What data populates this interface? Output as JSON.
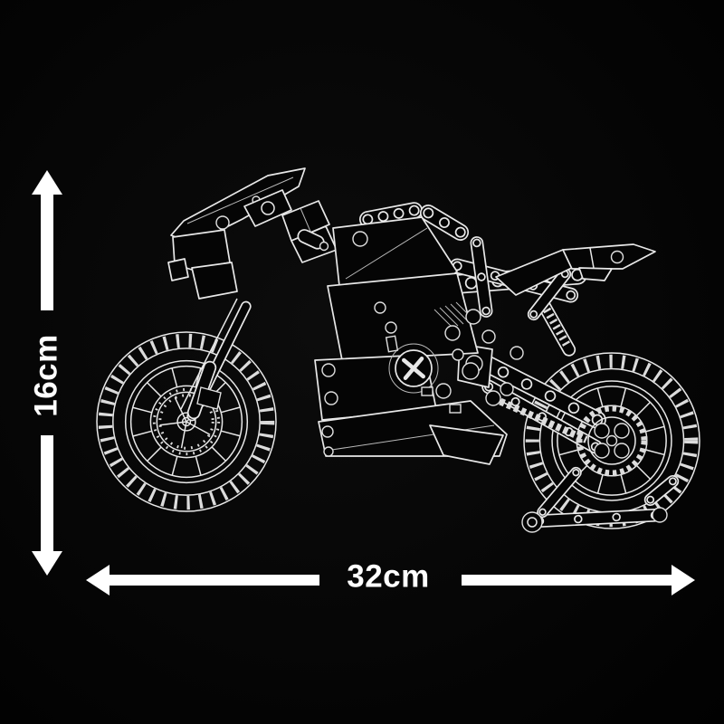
{
  "dimensions": {
    "height_label": "16cm",
    "width_label": "32cm"
  },
  "illustration": {
    "description": "White wireframe line-art of a brick-built sport motorcycle model, side view facing left",
    "parts": [
      "windshield",
      "headlight-fairing",
      "handlebar-grip",
      "front-fork",
      "front-wheel",
      "fuel-tank",
      "frame-panels",
      "engine-cover",
      "perforated-beams",
      "seat-tail",
      "swingarm",
      "chain-sprocket",
      "rear-wheel",
      "rear-stand"
    ]
  },
  "icons": {
    "vertical_arrow": "double-headed-arrow-vertical",
    "horizontal_arrow": "double-headed-arrow-horizontal"
  },
  "colors": {
    "background": "#060606",
    "line": "#e8e8e8",
    "label": "#ffffff"
  }
}
